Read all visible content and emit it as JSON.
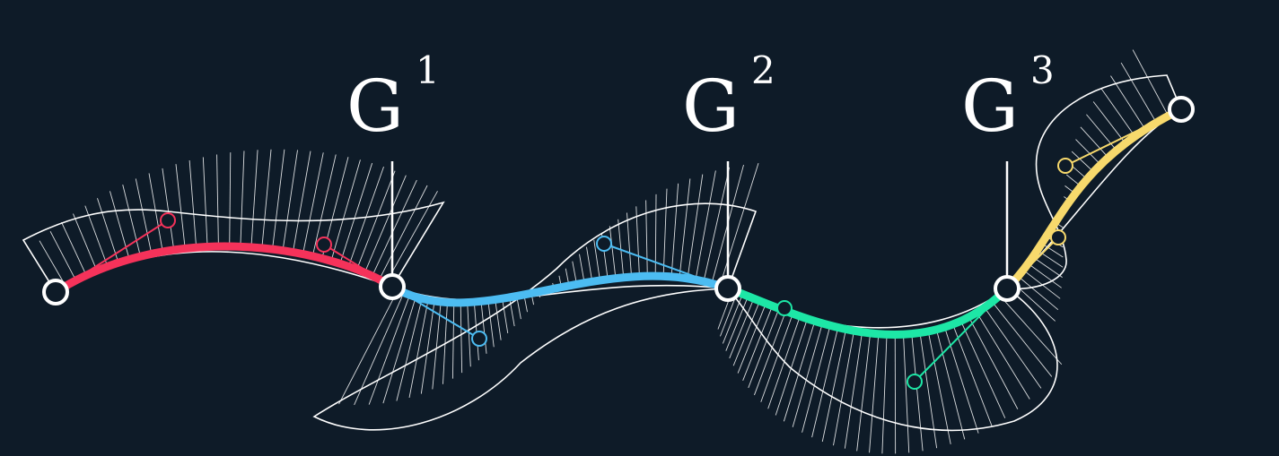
{
  "labels": [
    {
      "base": "G",
      "sup": "1"
    },
    {
      "base": "G",
      "sup": "2"
    },
    {
      "base": "G",
      "sup": "3"
    }
  ],
  "colors": {
    "background": "#0e1b28",
    "segment_1": "#f5325a",
    "segment_2": "#4cbcf2",
    "segment_3": "#1de7a6",
    "segment_4": "#f7d96c",
    "outline": "#ffffff"
  }
}
